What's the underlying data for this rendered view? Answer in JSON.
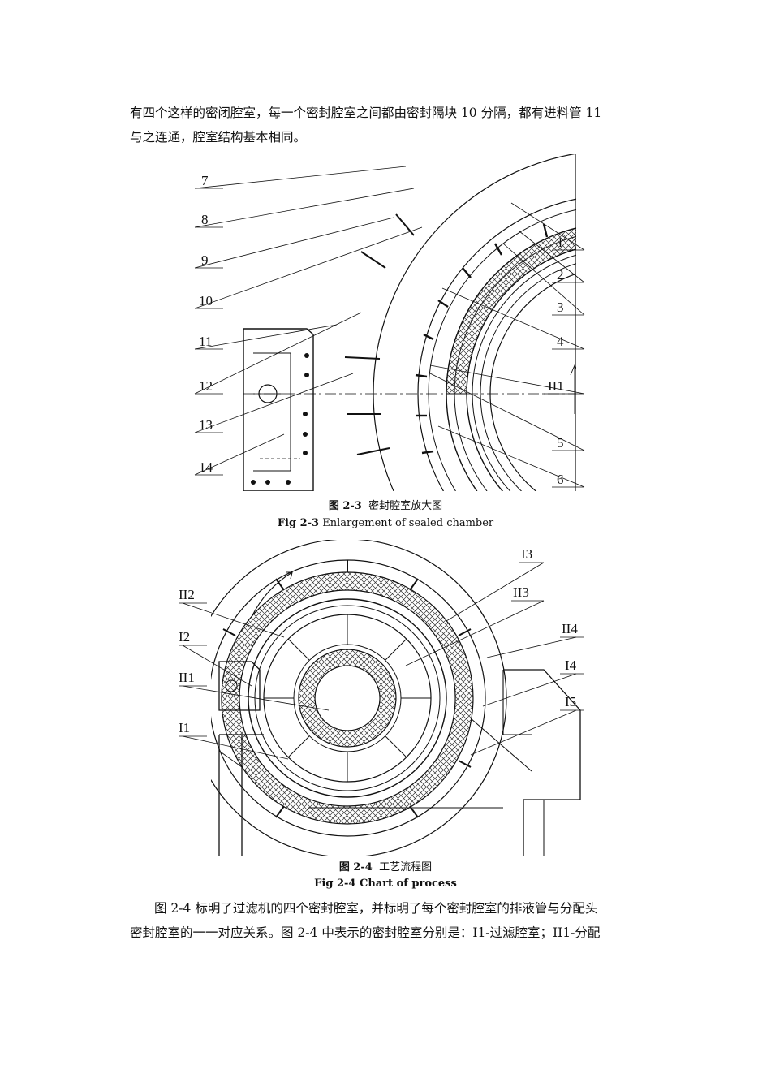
{
  "intro": {
    "line1": "有四个这样的密闭腔室，每一个密封腔室之间都由密封隔块 10 分隔，都有进料管 11",
    "line2": "与之连通，腔室结构基本相同。"
  },
  "fig23": {
    "labels_left": [
      "7",
      "8",
      "9",
      "10",
      "11",
      "12",
      "13",
      "14"
    ],
    "labels_right": [
      "1",
      "2",
      "3",
      "4",
      "II1",
      "5",
      "6"
    ],
    "caption_cn_num": "图 2-3",
    "caption_cn_text": "密封腔室放大图",
    "caption_en_num": "Fig 2-3",
    "caption_en_text": "Enlargement of sealed chamber"
  },
  "fig24": {
    "labels_left": [
      "II2",
      "I2",
      "II1",
      "I1"
    ],
    "labels_right": [
      "I3",
      "II3",
      "II4",
      "I4",
      "I5"
    ],
    "caption_cn_num": "图 2-4",
    "caption_cn_text": "工艺流程图",
    "caption_en_num": "Fig 2-4",
    "caption_en_text": "Chart of process"
  },
  "body": {
    "line1": "图 2-4 标明了过滤机的四个密封腔室，并标明了每个密封腔室的排液管与分配头",
    "line2": "密封腔室的一一对应关系。图 2-4 中表示的密封腔室分别是：I1-过滤腔室；II1-分配"
  }
}
